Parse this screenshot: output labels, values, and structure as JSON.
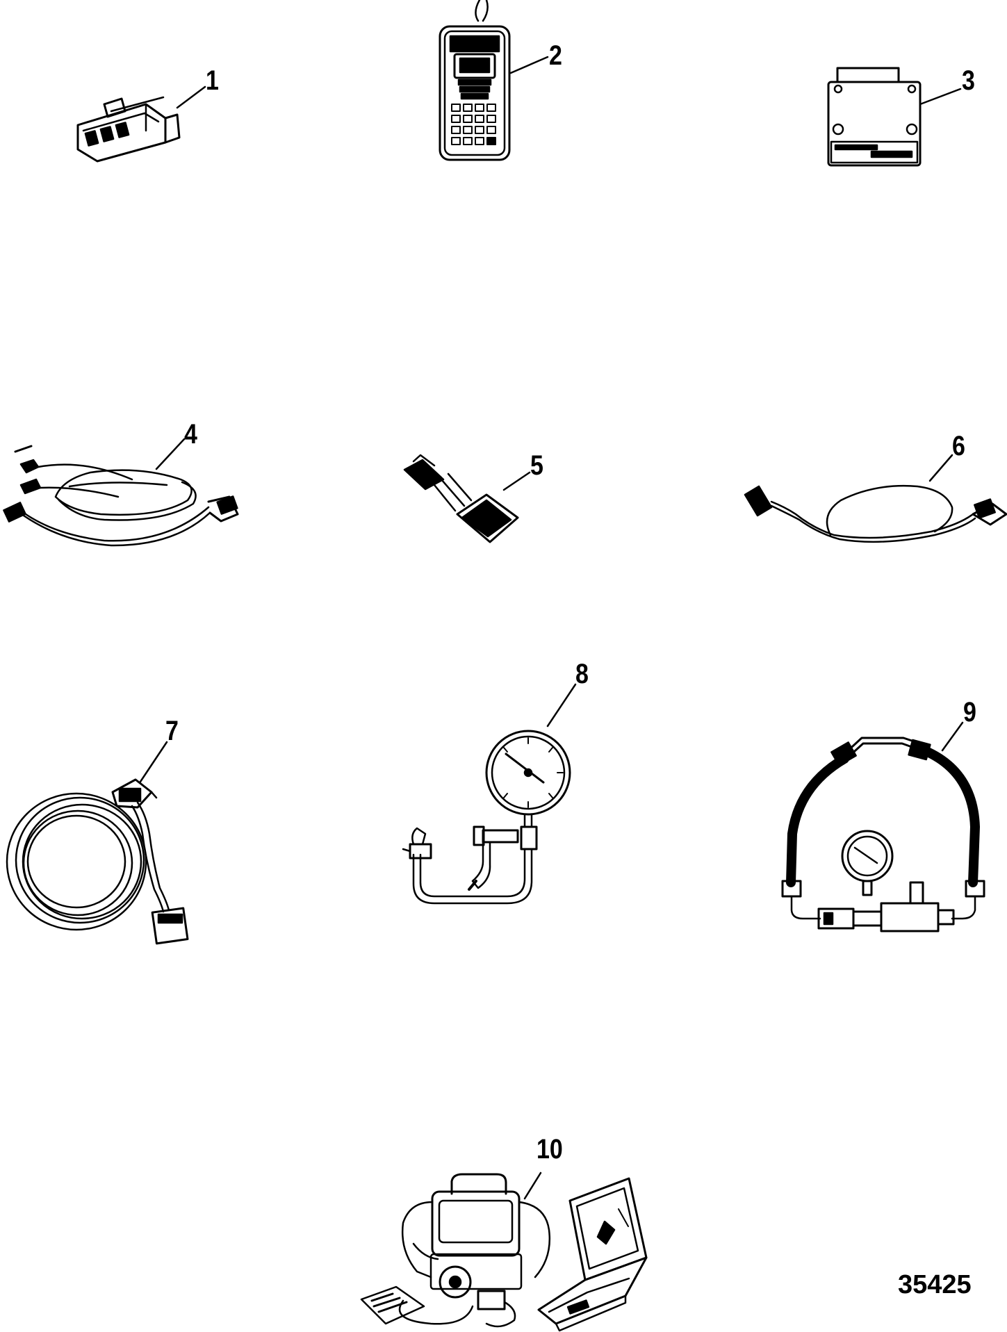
{
  "figure_number": "35425",
  "callouts": [
    {
      "id": "1",
      "label": "1"
    },
    {
      "id": "2",
      "label": "2"
    },
    {
      "id": "3",
      "label": "3"
    },
    {
      "id": "4",
      "label": "4"
    },
    {
      "id": "5",
      "label": "5"
    },
    {
      "id": "6",
      "label": "6"
    },
    {
      "id": "7",
      "label": "7"
    },
    {
      "id": "8",
      "label": "8"
    },
    {
      "id": "9",
      "label": "9"
    },
    {
      "id": "10",
      "label": "10"
    }
  ]
}
